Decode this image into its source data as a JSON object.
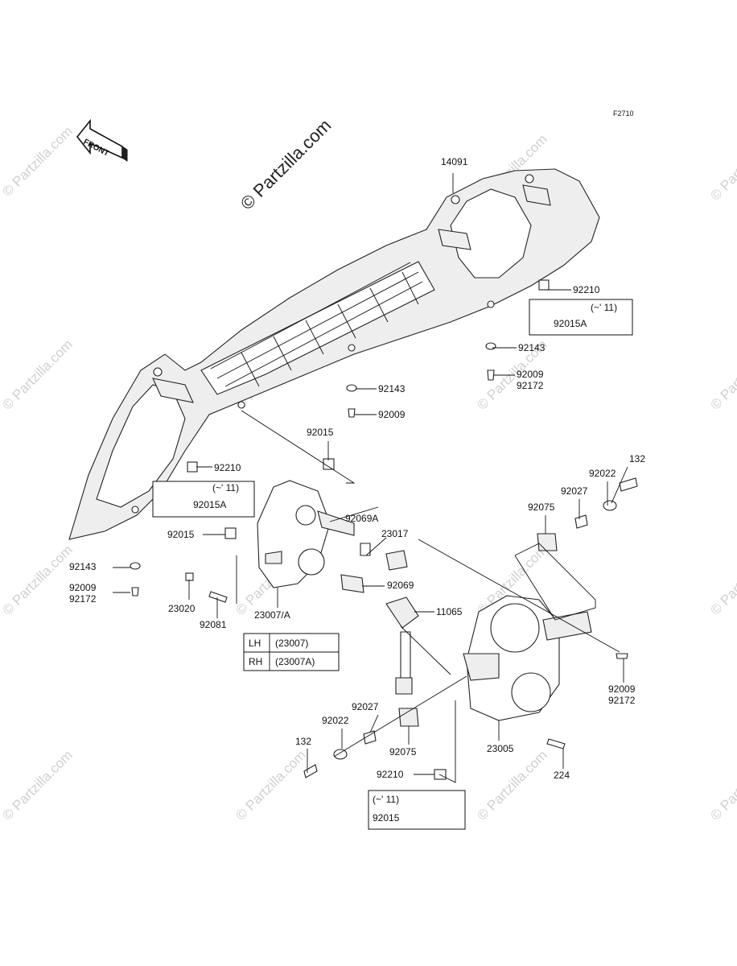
{
  "figure_code": "F2710",
  "front_arrow_label": "FRONT",
  "watermark": "© Partzilla.com",
  "brand_watermark": "© Partzilla.com",
  "labels": {
    "p14091": "14091",
    "p92210_a": "92210",
    "note_a": "(~' 11)",
    "p92015A_a": "92015A",
    "p92143_a": "92143",
    "p92009_a": "92009",
    "p92172_a": "92172",
    "p92143_b": "92143",
    "p92009_b": "92009",
    "p92015_a": "92015",
    "p92210_b": "92210",
    "note_b": "(~' 11)",
    "p92015A_b": "92015A",
    "p92015_b": "92015",
    "p92069A": "92069A",
    "p23017": "23017",
    "p92069": "92069",
    "p11065": "11065",
    "p92143_c": "92143",
    "p92009_c": "92009",
    "p92172_c": "92172",
    "p23020": "23020",
    "p92081": "92081",
    "p23007A": "23007/A",
    "p132_a": "132",
    "p92022_a": "92022",
    "p92027_a": "92027",
    "p92075_a": "92075",
    "p92009_d": "92009",
    "p92172_d": "92172",
    "p92027_b": "92027",
    "p92022_b": "92022",
    "p132_b": "132",
    "p92075_b": "92075",
    "p23005": "23005",
    "p224": "224",
    "p92210_c": "92210",
    "note_c": "(~' 11)",
    "p92015_c": "92015"
  },
  "side_table": [
    {
      "side": "LH",
      "part": "(23007)"
    },
    {
      "side": "RH",
      "part": "(23007A)"
    }
  ]
}
